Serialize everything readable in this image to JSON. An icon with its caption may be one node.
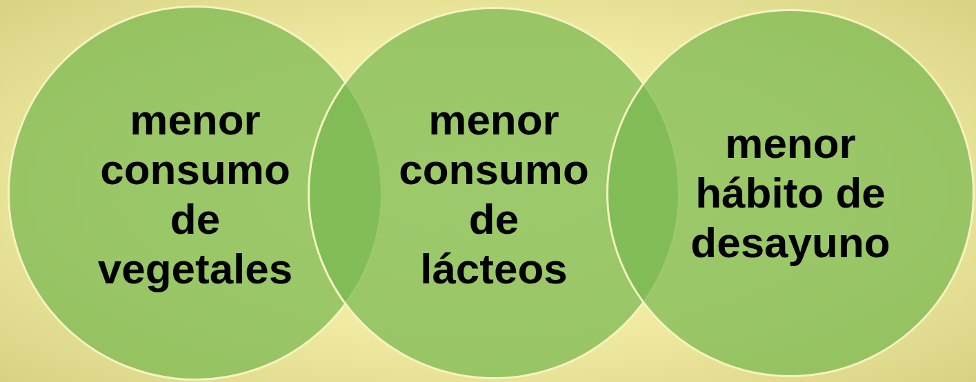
{
  "diagram": {
    "nodes": [
      {
        "text": [
          "menor consumo de vegetales"
        ]
      },
      {
        "text": [
          "menor consumo de lácteos"
        ]
      },
      {
        "text": [
          "menor hábito de desayuno"
        ]
      }
    ]
  }
}
